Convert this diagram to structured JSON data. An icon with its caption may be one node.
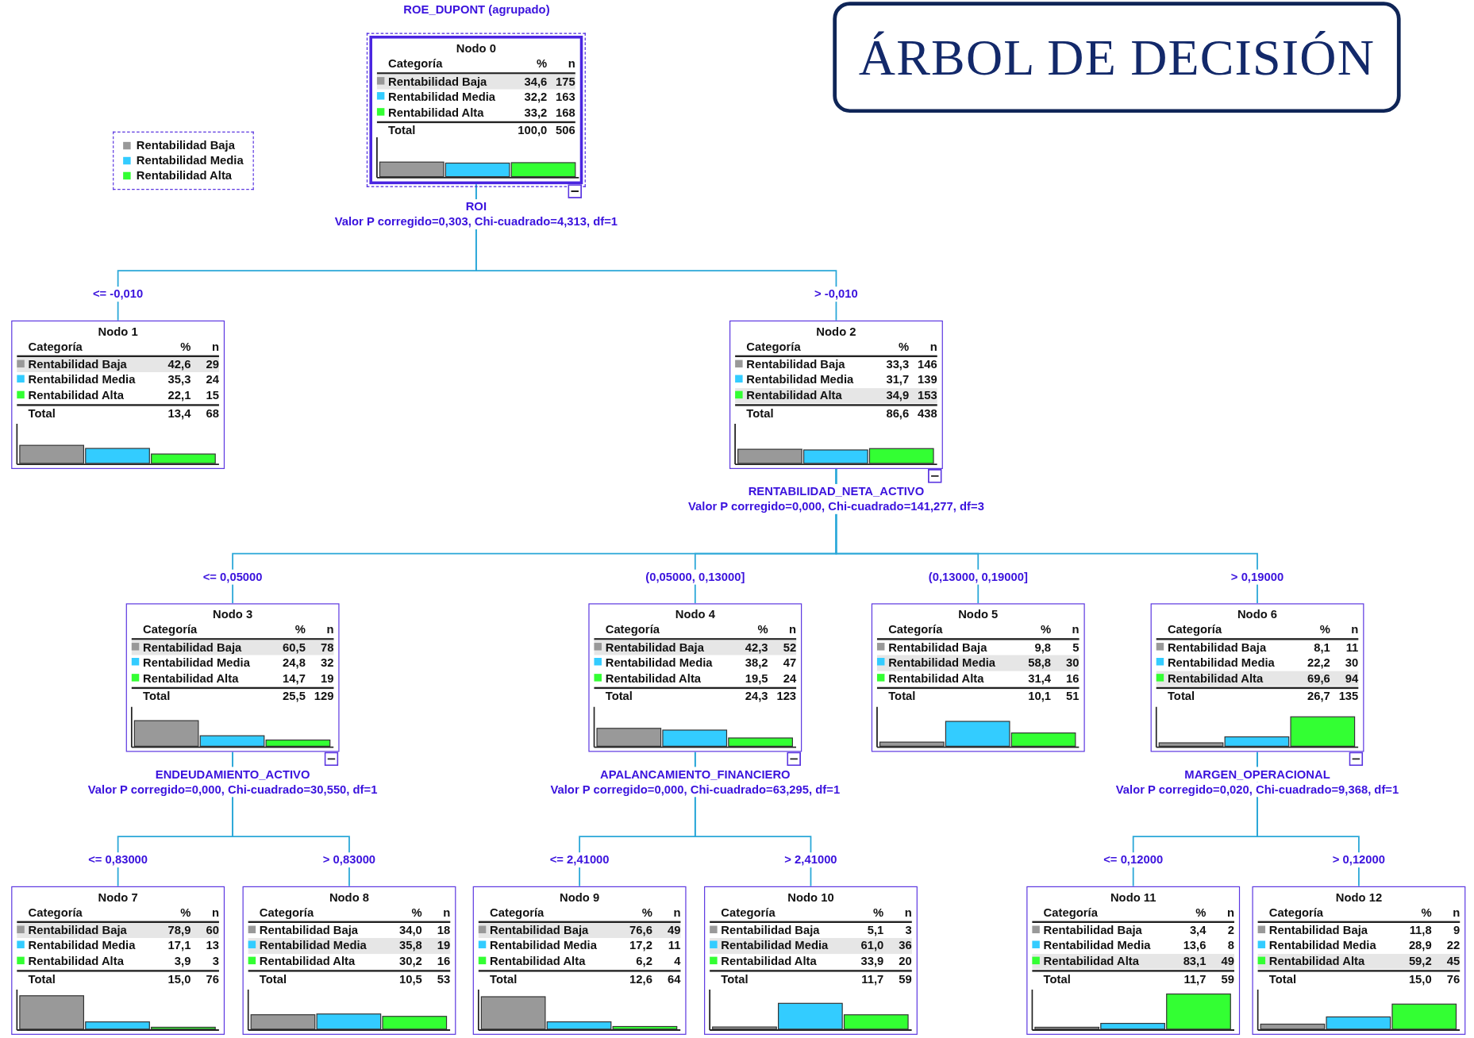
{
  "diagram": {
    "title": "ÁRBOL DE DECISIÓN",
    "nodes": [
      {
        "text": [
          "Nodo 0",
          "Categoría",
          "%",
          "n",
          "Rentabilidad Baja",
          "34,6",
          "175",
          "Rentabilidad Media",
          "32,2",
          "163",
          "Rentabilidad Alta",
          "33,2",
          "168",
          "Total",
          "100,0",
          "506"
        ],
        "beside": [
          "ROI",
          "Valor P corregido=0,303, Chi-cuadrado=4,313, df=1"
        ]
      },
      {
        "text": [
          "Nodo 1",
          "Categoría",
          "%",
          "n",
          "Rentabilidad Baja",
          "42,6",
          "29",
          "Rentabilidad Media",
          "35,3",
          "24",
          "Rentabilidad Alta",
          "22,1",
          "15",
          "Total",
          "13,4",
          "68"
        ]
      },
      {
        "text": [
          "Nodo 2",
          "Categoría",
          "%",
          "n",
          "Rentabilidad Baja",
          "33,3",
          "146",
          "Rentabilidad Media",
          "31,7",
          "139",
          "Rentabilidad Alta",
          "34,9",
          "153",
          "Total",
          "86,6",
          "438"
        ],
        "beside": [
          "RENTABILIDAD_NETA_ACTIVO",
          "Valor P corregido=0,000, Chi-cuadrado=141,277, df=3"
        ]
      },
      {
        "text": [
          "Nodo 3",
          "Categoría",
          "%",
          "n",
          "Rentabilidad Baja",
          "60,5",
          "78",
          "Rentabilidad Media",
          "24,8",
          "32",
          "Rentabilidad Alta",
          "14,7",
          "19",
          "Total",
          "25,5",
          "129"
        ],
        "beside": [
          "ENDEUDAMIENTO_ACTIVO",
          "Valor P corregido=0,000, Chi-cuadrado=30,550, df=1"
        ]
      },
      {
        "text": [
          "Nodo 4",
          "Categoría",
          "%",
          "n",
          "Rentabilidad Baja",
          "42,3",
          "52",
          "Rentabilidad Media",
          "38,2",
          "47",
          "Rentabilidad Alta",
          "19,5",
          "24",
          "Total",
          "24,3",
          "123"
        ],
        "beside": [
          "APALANCAMIENTO_FINANCIERO",
          "Valor P corregido=0,000, Chi-cuadrado=63,295, df=1"
        ]
      },
      {
        "text": [
          "Nodo 5",
          "Categoría",
          "%",
          "n",
          "Rentabilidad Baja",
          "9,8",
          "5",
          "Rentabilidad Media",
          "58,8",
          "30",
          "Rentabilidad Alta",
          "31,4",
          "16",
          "Total",
          "10,1",
          "51"
        ]
      },
      {
        "text": [
          "Nodo 6",
          "Categoría",
          "%",
          "n",
          "Rentabilidad Baja",
          "8,1",
          "11",
          "Rentabilidad Media",
          "22,2",
          "30",
          "Rentabilidad Alta",
          "69,6",
          "94",
          "Total",
          "26,7",
          "135"
        ],
        "beside": [
          "MARGEN_OPERACIONAL",
          "Valor P corregido=0,020, Chi-cuadrado=9,368, df=1"
        ]
      },
      {
        "text": [
          "Nodo 7",
          "Categoría",
          "%",
          "n",
          "Rentabilidad Baja",
          "78,9",
          "60",
          "Rentabilidad Media",
          "17,1",
          "13",
          "Rentabilidad Alta",
          "3,9",
          "3",
          "Total",
          "15,0",
          "76"
        ]
      },
      {
        "text": [
          "Nodo 8",
          "Categoría",
          "%",
          "n",
          "Rentabilidad Baja",
          "34,0",
          "18",
          "Rentabilidad Media",
          "35,8",
          "19",
          "Rentabilidad Alta",
          "30,2",
          "16",
          "Total",
          "10,5",
          "53"
        ]
      },
      {
        "text": [
          "Nodo 9",
          "Categoría",
          "%",
          "n",
          "Rentabilidad Baja",
          "76,6",
          "49",
          "Rentabilidad Media",
          "17,2",
          "11",
          "Rentabilidad Alta",
          "6,2",
          "4",
          "Total",
          "12,6",
          "64"
        ]
      },
      {
        "text": [
          "Nodo 10",
          "Categoría",
          "%",
          "n",
          "Rentabilidad Baja",
          "5,1",
          "3",
          "Rentabilidad Media",
          "61,0",
          "36",
          "Rentabilidad Alta",
          "33,9",
          "20",
          "Total",
          "11,7",
          "59"
        ]
      },
      {
        "text": [
          "Nodo 11",
          "Categoría",
          "%",
          "n",
          "Rentabilidad Baja",
          "3,4",
          "2",
          "Rentabilidad Media",
          "13,6",
          "8",
          "Rentabilidad Alta",
          "83,1",
          "49",
          "Total",
          "11,7",
          "59"
        ]
      },
      {
        "text": [
          "Nodo 12",
          "Categoría",
          "%",
          "n",
          "Rentabilidad Baja",
          "11,8",
          "9",
          "Rentabilidad Media",
          "28,9",
          "22",
          "Rentabilidad Alta",
          "59,2",
          "45",
          "Total",
          "15,0",
          "76"
        ]
      }
    ],
    "edges": [
      {
        "from": 0,
        "to": 1,
        "arrow": "none",
        "label": "<= -0,010"
      },
      {
        "from": 0,
        "to": 2,
        "arrow": "none",
        "label": "> -0,010"
      },
      {
        "from": 2,
        "to": 3,
        "arrow": "none",
        "label": "<= 0,05000"
      },
      {
        "from": 2,
        "to": 4,
        "arrow": "none",
        "label": "(0,05000, 0,13000]"
      },
      {
        "from": 2,
        "to": 5,
        "arrow": "none",
        "label": "(0,13000, 0,19000]"
      },
      {
        "from": 2,
        "to": 6,
        "arrow": "none",
        "label": "> 0,19000"
      },
      {
        "from": 3,
        "to": 7,
        "arrow": "none",
        "label": "<= 0,83000"
      },
      {
        "from": 3,
        "to": 8,
        "arrow": "none",
        "label": "> 0,83000"
      },
      {
        "from": 4,
        "to": 9,
        "arrow": "none",
        "label": "<= 2,41000"
      },
      {
        "from": 4,
        "to": 10,
        "arrow": "none",
        "label": "> 2,41000"
      },
      {
        "from": 6,
        "to": 11,
        "arrow": "none",
        "label": "<= 0,12000"
      },
      {
        "from": 6,
        "to": 12,
        "arrow": "none",
        "label": "> 0,12000"
      }
    ],
    "labels": [
      "ROE_DUPONT (agrupado)"
    ],
    "legend": [
      {
        "text": "Rentabilidad Baja",
        "color": "#999999"
      },
      {
        "text": "Rentabilidad Media",
        "color": "#33ccff"
      },
      {
        "text": "Rentabilidad Alta",
        "color": "#33ff33"
      }
    ]
  }
}
